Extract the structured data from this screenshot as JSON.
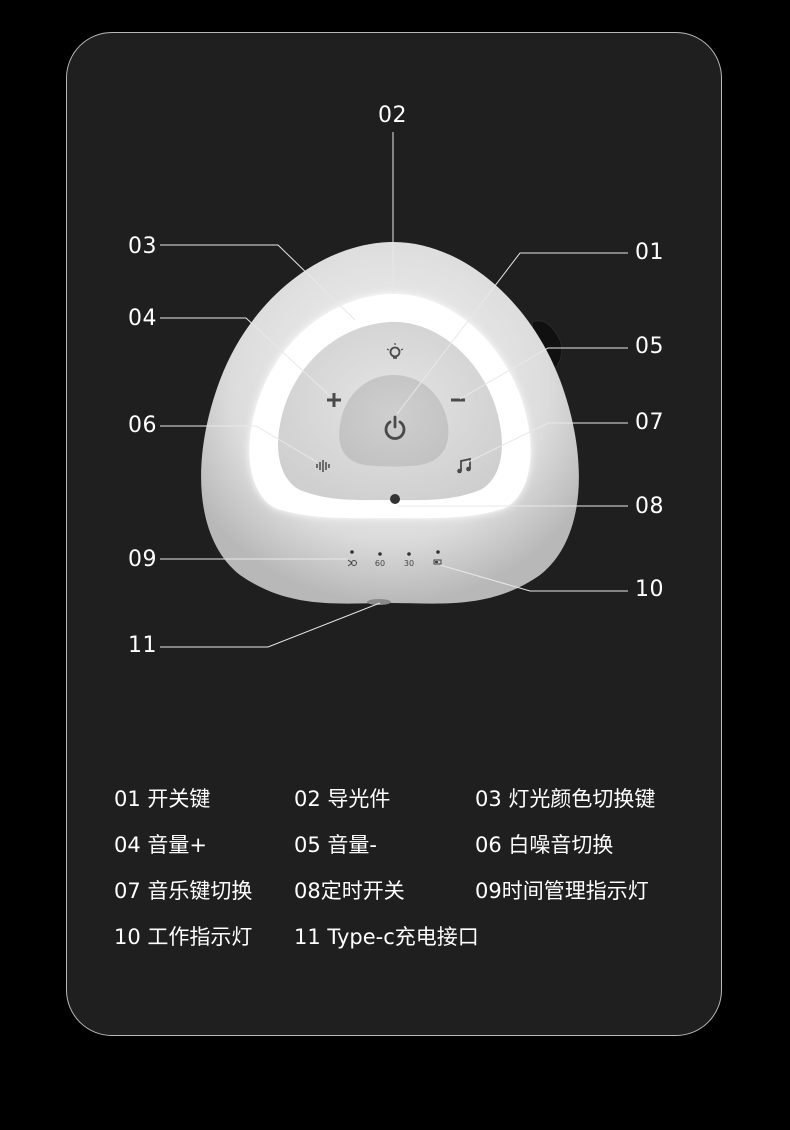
{
  "callouts": {
    "c01": "01",
    "c02": "02",
    "c03": "03",
    "c04": "04",
    "c05": "05",
    "c06": "06",
    "c07": "07",
    "c08": "08",
    "c09": "09",
    "c10": "10",
    "c11": "11"
  },
  "timer_labels": [
    "60",
    "30"
  ],
  "legend": [
    "01 开关键",
    "02 导光件",
    "03 灯光颜色切换键",
    "04 音量+",
    "05 音量-",
    "06 白噪音切换",
    "07 音乐键切换",
    "08定时开关",
    "09时间管理指示灯",
    "10 工作指示灯",
    "11 Type-c充电接口"
  ],
  "colors": {
    "background": "#000000",
    "card": "#1f1f1f",
    "card_border": "#b9b9b9",
    "text": "#ffffff",
    "device_body": "#e6e6e6",
    "light_ring": "#ffffff",
    "icon": "#4a4a4a"
  }
}
